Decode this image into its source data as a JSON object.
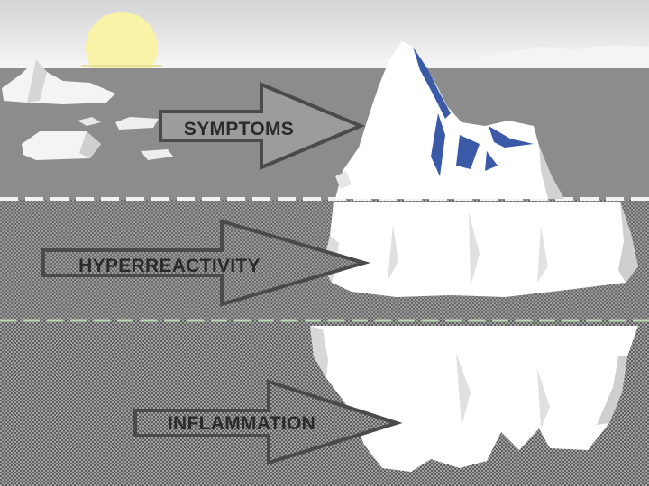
{
  "layers": {
    "top": {
      "label": "SYMPTOMS"
    },
    "middle": {
      "label": "HYPERREACTIVITY"
    },
    "bottom": {
      "label": "INFLAMMATION"
    }
  },
  "colors": {
    "sky_top": "#dcdcdc",
    "sky_bottom": "#f4f4f4",
    "sun": "#f8f3a6",
    "sea_surface": "#8c8c8c",
    "ice": "#ffffff",
    "ice_shadow": "#c9c9c9",
    "ice_blue": "#3a5aa8",
    "arrow_outline": "#4a4a4a",
    "dash_white": "#f2f2f2",
    "dash_green": "#b9d9b2"
  }
}
